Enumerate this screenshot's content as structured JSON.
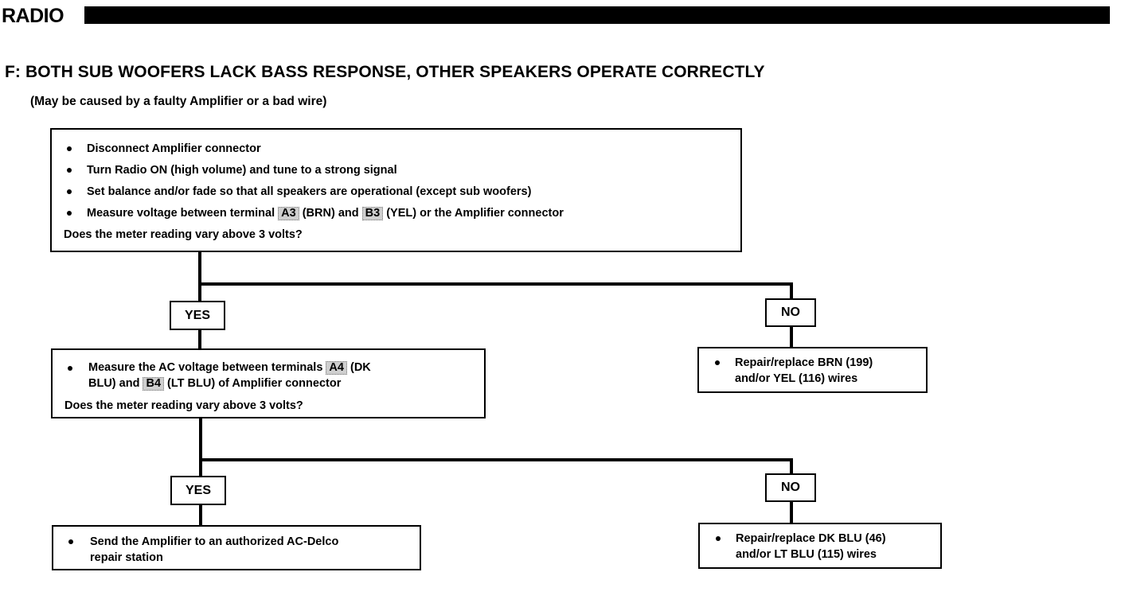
{
  "header": {
    "section": "RADIO"
  },
  "heading": "F: BOTH SUB WOOFERS LACK BASS RESPONSE, OTHER SPEAKERS OPERATE CORRECTLY",
  "subheading": "(May be caused by a faulty Amplifier or a bad wire)",
  "step1": {
    "bullet1": "Disconnect Amplifier connector",
    "bullet2": "Turn Radio ON (high volume) and tune to a strong signal",
    "bullet3": "Set balance and/or fade so that all speakers are operational (except sub woofers)",
    "bullet4_pre": "Measure voltage between terminal",
    "bullet4_tag1": "A3",
    "bullet4_mid": "(BRN) and",
    "bullet4_tag2": "B3",
    "bullet4_post": "(YEL) or the Amplifier connector",
    "question": "Does the meter reading vary above 3 volts?"
  },
  "step1_yes_label": "YES",
  "step1_no_label": "NO",
  "step1_no_action": {
    "line1": "Repair/replace BRN (199)",
    "line2": "and/or YEL (116) wires"
  },
  "step2": {
    "bullet1_pre": "Measure the AC voltage between terminals",
    "bullet1_tag1": "A4",
    "bullet1_mid1": "(DK",
    "bullet1_mid2": "BLU) and",
    "bullet1_tag2": "B4",
    "bullet1_post": "(LT BLU) of Amplifier connector",
    "question": "Does the meter reading vary above 3 volts?"
  },
  "step2_yes_label": "YES",
  "step2_no_label": "NO",
  "step2_yes_action": {
    "line1": "Send the Amplifier to an authorized AC-Delco",
    "line2": "repair station"
  },
  "step2_no_action": {
    "line1": "Repair/replace DK BLU (46)",
    "line2": "and/or LT BLU (115) wires"
  }
}
